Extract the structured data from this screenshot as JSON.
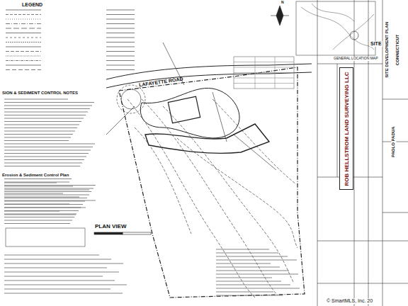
{
  "diagram": {
    "nodes": [
      {
        "text": [
          "ROB HELLSTROM LAND SURVEYING LLC"
        ]
      }
    ],
    "labels": [
      "LEGEND",
      "SION & SEDIMENT CONTROL NOTES",
      "LAFAYETTE ROAD",
      "PLAN VIEW",
      "Erosion & Sediment Control Plan",
      "SITE",
      "GENERAL LOCATION MAP",
      "© SmartMLS, Inc. 20",
      "CONNECTICUT",
      "SITE DEVELOPMENT PLAN",
      "PAOLO PADUA",
      "N"
    ]
  }
}
